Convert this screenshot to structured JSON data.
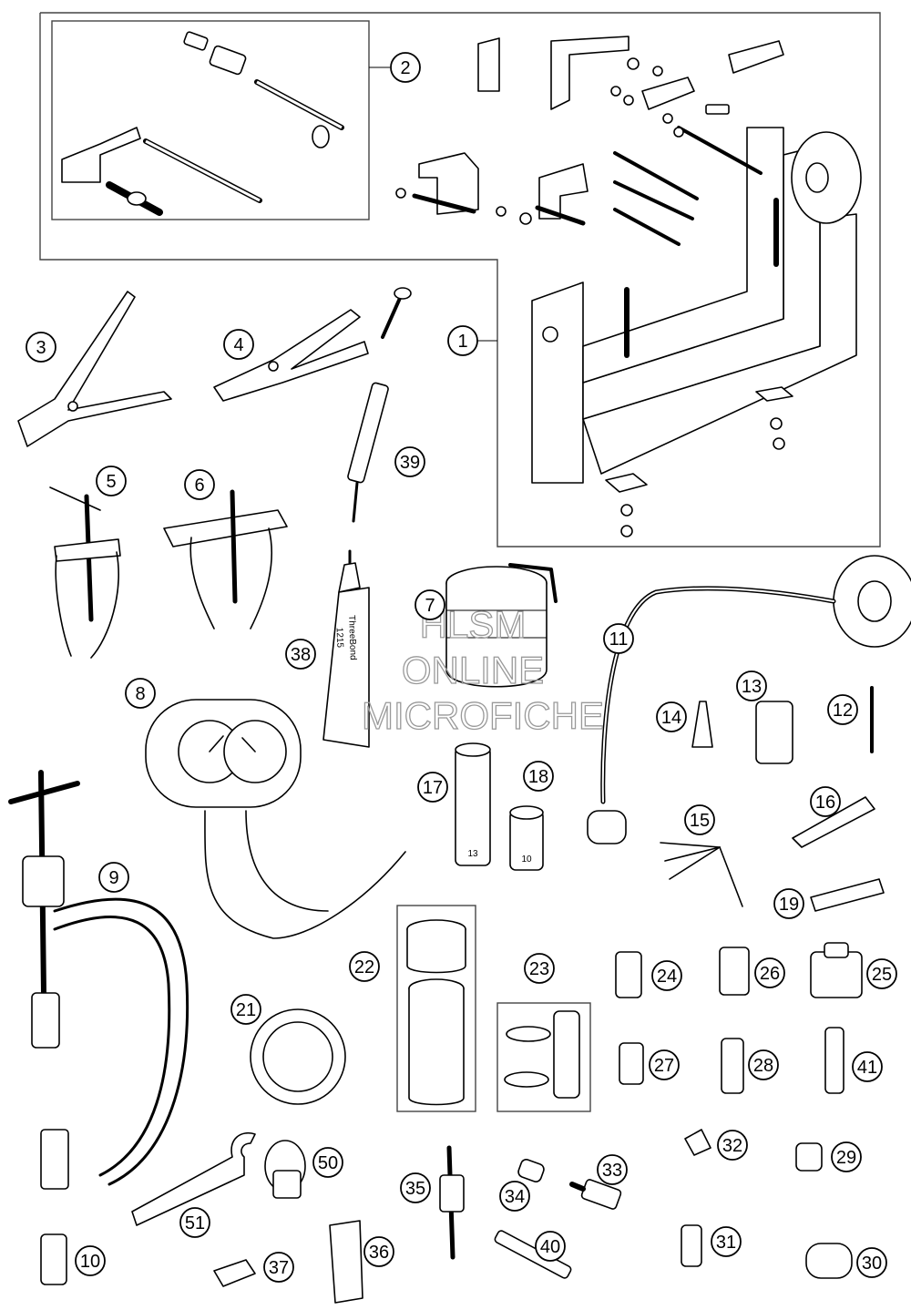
{
  "watermark": {
    "line1": "HLSM",
    "line2": "ONLINE",
    "line3": "MICROFICHE"
  },
  "callouts": [
    "1",
    "2",
    "3",
    "4",
    "5",
    "6",
    "7",
    "8",
    "9",
    "10",
    "11",
    "12",
    "13",
    "14",
    "15",
    "16",
    "17",
    "18",
    "19",
    "21",
    "22",
    "23",
    "24",
    "25",
    "26",
    "27",
    "28",
    "29",
    "30",
    "31",
    "32",
    "33",
    "34",
    "35",
    "36",
    "37",
    "38",
    "39",
    "40",
    "41",
    "50",
    "51"
  ],
  "part_labels": {
    "socket_13": "13",
    "socket_10": "10",
    "tube_brand": "ThreeBond",
    "tube_code": "1215"
  }
}
